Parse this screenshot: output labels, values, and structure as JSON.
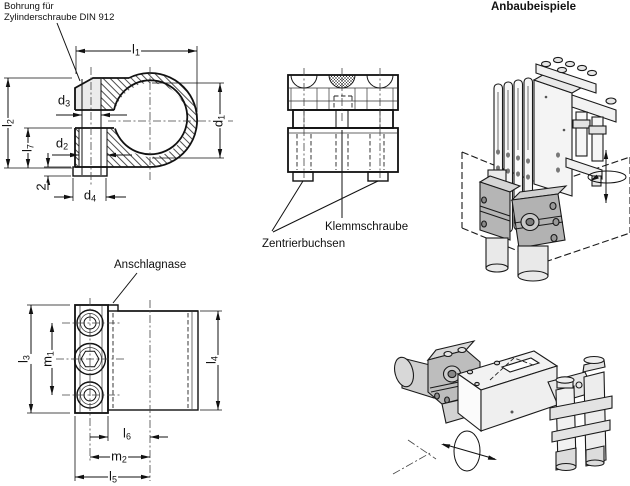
{
  "colors": {
    "ink": "#111111",
    "centerline": "#444444",
    "fill_light": "#ececec",
    "fill_chamfer": "#ebebeb",
    "clamp_gray": "#b5b5b5",
    "background": "#ffffff"
  },
  "header": {
    "examples_title": "Anbaubeispiele"
  },
  "section_view": {
    "note_line1": "Bohrung für",
    "note_line2": "Zylinderschraube DIN 912",
    "dims": {
      "l1": {
        "base": "l",
        "sub": "1"
      },
      "l2": {
        "base": "l",
        "sub": "2"
      },
      "l7": {
        "base": "l",
        "sub": "7"
      },
      "d1": {
        "base": "d",
        "sub": "1"
      },
      "d2": {
        "base": "d",
        "sub": "2"
      },
      "d3": {
        "base": "d",
        "sub": "3"
      },
      "d4": {
        "base": "d",
        "sub": "4"
      },
      "washer": {
        "base": "2",
        "sub": ""
      }
    }
  },
  "front_view": {
    "labels": {
      "clamp_screw": "Klemmschraube",
      "centering_bushings": "Zentrierbuchsen"
    }
  },
  "side_view": {
    "stop_lug": "Anschlagnase",
    "dims": {
      "l3": {
        "base": "l",
        "sub": "3"
      },
      "m1": {
        "base": "m",
        "sub": "1"
      },
      "l4": {
        "base": "l",
        "sub": "4"
      },
      "l6": {
        "base": "l",
        "sub": "6"
      },
      "m2": {
        "base": "m",
        "sub": "2"
      },
      "l5": {
        "base": "l",
        "sub": "5"
      }
    }
  }
}
